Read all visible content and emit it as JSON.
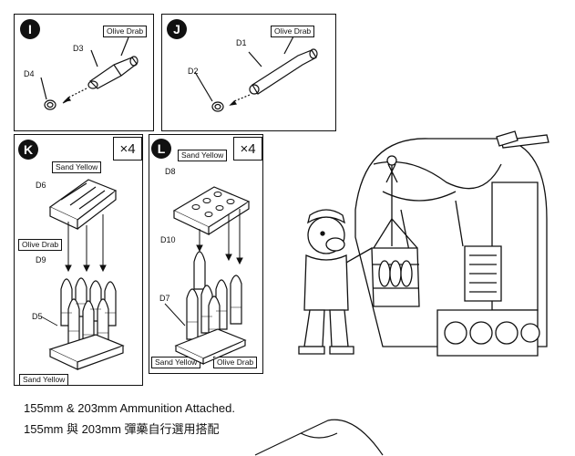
{
  "panels": {
    "I": {
      "badge": "I",
      "paint": "Olive Drab",
      "parts": [
        "D3",
        "D4"
      ]
    },
    "J": {
      "badge": "J",
      "paint": "Olive Drab",
      "parts": [
        "D1",
        "D2"
      ]
    },
    "K": {
      "badge": "K",
      "qty": "×4",
      "paint_top": "Sand Yellow",
      "paint_mid": "Olive Drab",
      "paint_bottom": "Sand Yellow",
      "parts": [
        "D6",
        "D9",
        "D5"
      ]
    },
    "L": {
      "badge": "L",
      "qty": "×4",
      "paint_top": "Sand Yellow",
      "paint_bottom_left": "Sand Yellow",
      "paint_bottom_right": "Olive Drab",
      "parts": [
        "D8",
        "D10",
        "D7"
      ]
    }
  },
  "caption": {
    "english": "155mm & 203mm Ammunition Attached.",
    "chinese": "155mm 與 203mm 彈藥自行選用搭配"
  }
}
